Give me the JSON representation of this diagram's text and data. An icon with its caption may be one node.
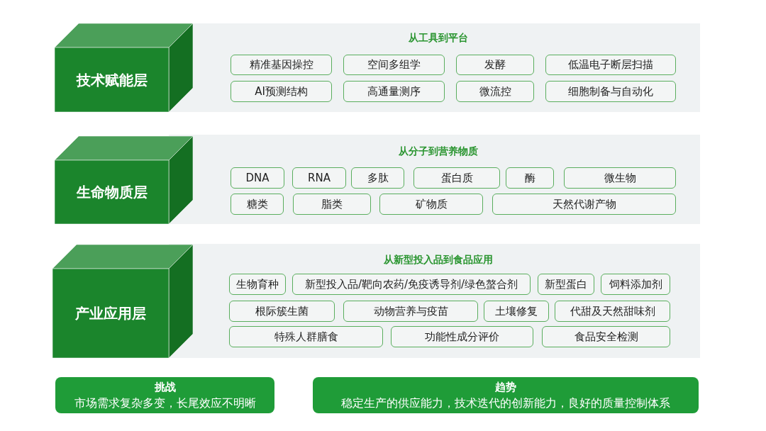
{
  "diagram": {
    "nodes": [
      {
        "text": [
          "技术赋能层"
        ]
      },
      {
        "text": [
          "从工具到平台"
        ]
      },
      {
        "text": [
          "精准基因操控"
        ],
        "in": 1
      },
      {
        "text": [
          "空间多组学"
        ],
        "in": 1
      },
      {
        "text": [
          "发酵"
        ],
        "in": 1
      },
      {
        "text": [
          "低温电子断层扫描"
        ],
        "in": 1
      },
      {
        "text": [
          "AI预测结构"
        ],
        "in": 1
      },
      {
        "text": [
          "高通量测序"
        ],
        "in": 1
      },
      {
        "text": [
          "微流控"
        ],
        "in": 1
      },
      {
        "text": [
          "细胞制备与自动化"
        ],
        "in": 1
      },
      {
        "text": [
          "生命物质层"
        ]
      },
      {
        "text": [
          "从分子到营养物质"
        ]
      },
      {
        "text": [
          "DNA"
        ],
        "in": 11
      },
      {
        "text": [
          "RNA"
        ],
        "in": 11
      },
      {
        "text": [
          "多肽"
        ],
        "in": 11
      },
      {
        "text": [
          "蛋白质"
        ],
        "in": 11
      },
      {
        "text": [
          "酶"
        ],
        "in": 11
      },
      {
        "text": [
          "微生物"
        ],
        "in": 11
      },
      {
        "text": [
          "糖类"
        ],
        "in": 11
      },
      {
        "text": [
          "脂类"
        ],
        "in": 11
      },
      {
        "text": [
          "矿物质"
        ],
        "in": 11
      },
      {
        "text": [
          "天然代谢产物"
        ],
        "in": 11
      },
      {
        "text": [
          "产业应用层"
        ]
      },
      {
        "text": [
          "从新型投入品到食品应用"
        ]
      },
      {
        "text": [
          "生物育种"
        ],
        "in": 23
      },
      {
        "text": [
          "新型投入品/靶向农药/免疫诱导剂/绿色螯合剂"
        ],
        "in": 23
      },
      {
        "text": [
          "新型蛋白"
        ],
        "in": 23
      },
      {
        "text": [
          "饲料添加剂"
        ],
        "in": 23
      },
      {
        "text": [
          "根际簇生菌"
        ],
        "in": 23
      },
      {
        "text": [
          "动物营养与疫苗"
        ],
        "in": 23
      },
      {
        "text": [
          "土壤修复"
        ],
        "in": 23
      },
      {
        "text": [
          "代甜及天然甜味剂"
        ],
        "in": 23
      },
      {
        "text": [
          "特殊人群膳食"
        ],
        "in": 23
      },
      {
        "text": [
          "功能性成分评价"
        ],
        "in": 23
      },
      {
        "text": [
          "食品安全检测"
        ],
        "in": 23
      },
      {
        "text": [
          "挑战",
          "市场需求复杂多变，长尾效应不明晰"
        ]
      },
      {
        "text": [
          "趋势",
          "稳定生产的供应能力，技术迭代的创新能力，良好的质量控制体系"
        ]
      }
    ],
    "edges": []
  }
}
